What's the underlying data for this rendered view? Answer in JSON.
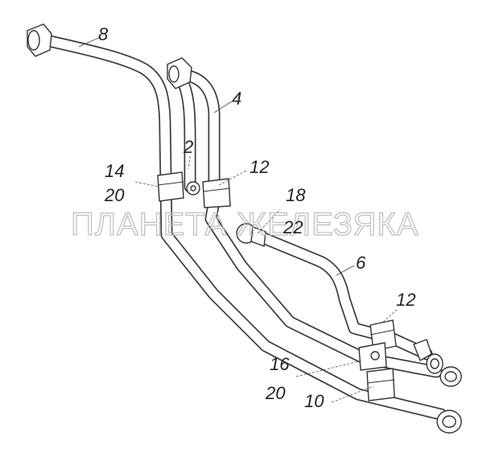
{
  "watermark": "ПЛАНЕТА ЖЕЛЕЗЯКА",
  "callouts": {
    "c8": "8",
    "c4": "4",
    "c2": "2",
    "c14": "14",
    "c20a": "20",
    "c12a": "12",
    "c18": "18",
    "c22": "22",
    "c6": "6",
    "c12b": "12",
    "c16": "16",
    "c20b": "20",
    "c10": "10"
  }
}
